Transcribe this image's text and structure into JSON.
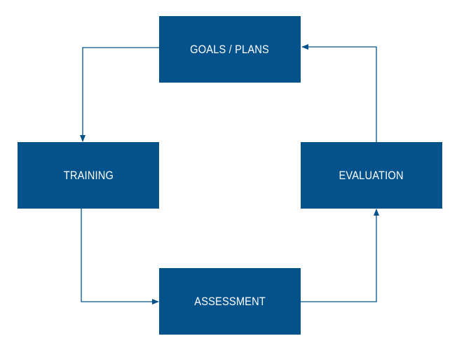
{
  "diagram": {
    "nodes": {
      "goals": "GOALS / PLANS",
      "training": "TRAINING",
      "assessment": "ASSESSMENT",
      "evaluation": "EVALUATION"
    },
    "colors": {
      "node_fill": "#03528b",
      "node_text": "#ffffff",
      "connector": "#03528b"
    },
    "edges": [
      {
        "from": "goals",
        "to": "training"
      },
      {
        "from": "training",
        "to": "assessment"
      },
      {
        "from": "assessment",
        "to": "evaluation"
      },
      {
        "from": "evaluation",
        "to": "goals"
      }
    ]
  }
}
